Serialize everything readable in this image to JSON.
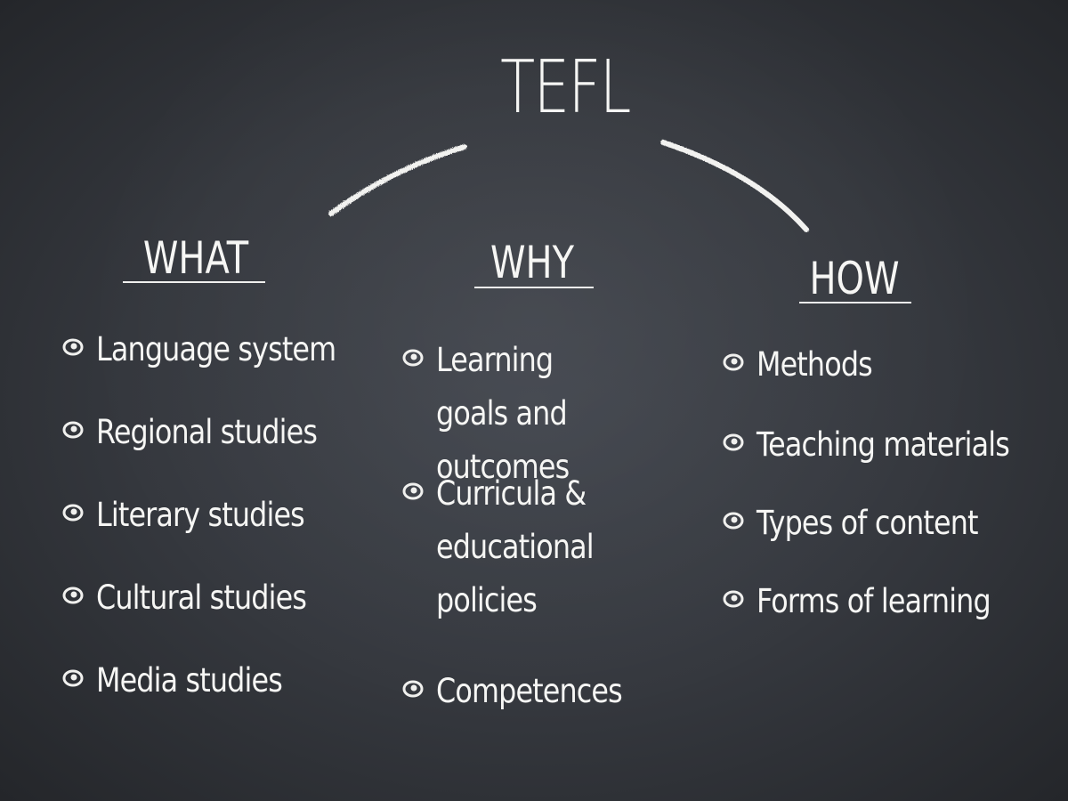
{
  "title": "TEFL",
  "columns": [
    {
      "heading": "WHAT",
      "items": [
        "Language system",
        "Regional studies",
        "Literary studies",
        "Cultural studies",
        "Media studies"
      ]
    },
    {
      "heading": "WHY",
      "items": [
        "Learning goals and outcomes",
        "Curricula & educational policies",
        "Competences"
      ]
    },
    {
      "heading": "HOW",
      "items": [
        "Methods",
        "Teaching materials",
        "Types of content",
        "Forms of learning"
      ]
    }
  ],
  "colors": {
    "board": "#34373d",
    "chalk": "#f4f4f2"
  },
  "icons": {
    "bullet": "swirl-bullet-icon"
  }
}
